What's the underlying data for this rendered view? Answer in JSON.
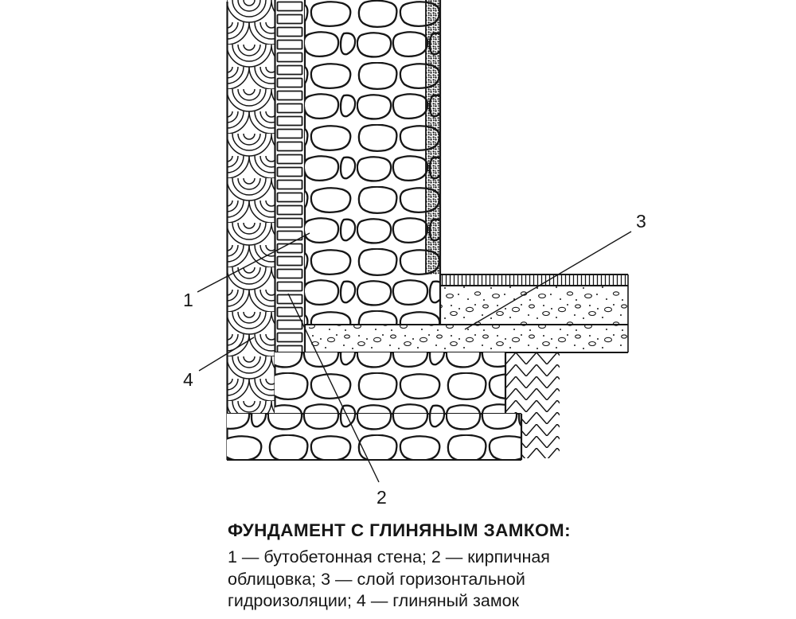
{
  "figure": {
    "type": "technical-section-drawing",
    "colors": {
      "ink": "#161616",
      "paper": "#ffffff"
    },
    "callouts": [
      {
        "n": "1",
        "label": "бутобетонная стена"
      },
      {
        "n": "2",
        "label": "кирпичная облицовка"
      },
      {
        "n": "3",
        "label": "слой горизонтальной гидроизоляции"
      },
      {
        "n": "4",
        "label": "глиняный замок"
      }
    ],
    "caption": {
      "title": "ФУНДАМЕНТ С ГЛИНЯНЫМ ЗАМКОМ:",
      "lines": [
        "1 — бутобетонная стена; 2 — кирпичная",
        "облицовка; 3 — слой горизонтальной",
        "гидроизоляции; 4 — глиняный замок"
      ]
    }
  }
}
